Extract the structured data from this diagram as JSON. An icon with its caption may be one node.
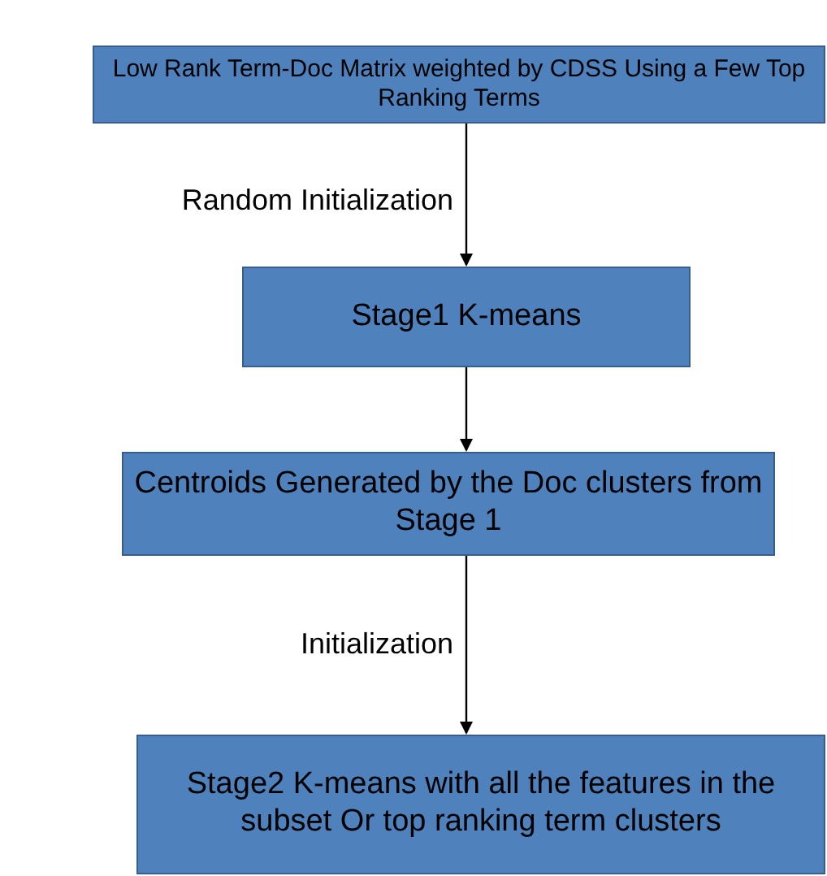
{
  "diagram": {
    "nodes": [
      {
        "text": [
          "Low Rank Term-Doc Matrix weighted by CDSS Using a Few Top Ranking Terms"
        ]
      },
      {
        "text": [
          "Stage1 K-means"
        ]
      },
      {
        "text": [
          "Centroids Generated by the Doc clusters from Stage 1"
        ]
      },
      {
        "text": [
          "Stage2 K-means with all the features in the subset Or top ranking term clusters"
        ]
      }
    ],
    "edges": [
      {
        "from": 0,
        "to": 1,
        "arrow": "to",
        "label": "Random Initialization"
      },
      {
        "from": 1,
        "to": 2,
        "arrow": "to"
      },
      {
        "from": 2,
        "to": 3,
        "arrow": "to",
        "label": "Initialization"
      }
    ]
  }
}
